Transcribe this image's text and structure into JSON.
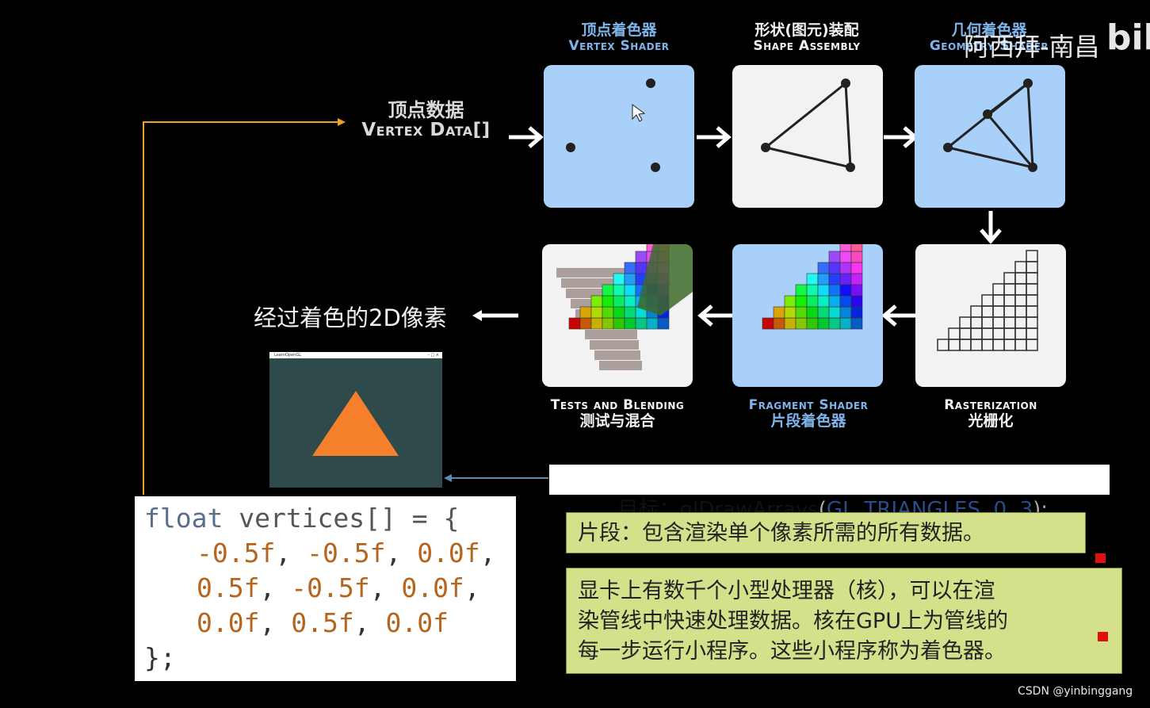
{
  "vertex_data": {
    "zh": "顶点数据",
    "en": "Vertex Data[]"
  },
  "stages": {
    "vertex_shader": {
      "zh": "顶点着色器",
      "en": "Vertex Shader"
    },
    "shape_assembly": {
      "zh": "形状(图元)装配",
      "en": "Shape Assembly"
    },
    "geometry_shader": {
      "zh": "几何着色器",
      "en": "Geometry Shader"
    },
    "rasterization": {
      "en": "Rasterization",
      "zh": "光栅化"
    },
    "fragment_shader": {
      "en": "Fragment Shader",
      "zh": "片段着色器"
    },
    "tests_blending": {
      "en": "Tests and Blending",
      "zh": "测试与混合"
    }
  },
  "output_label": "经过着色的2D像素",
  "window_title": "LearnOpenGL",
  "goal": {
    "prefix": "目标：",
    "func": "glDrawArrays",
    "open": "(",
    "arg1": "GL_TRIANGLES",
    "sep1": ", ",
    "arg2": "0",
    "sep2": ", ",
    "arg3": "3",
    "close": ");"
  },
  "code": {
    "line1_kw": "float",
    "line1_rest": " vertices[] = {",
    "rows": [
      [
        "-0.5f",
        "-0.5f",
        "0.0f"
      ],
      [
        "0.5f",
        "-0.5f",
        "0.0f"
      ],
      [
        "0.0f",
        "0.5f",
        "0.0f"
      ]
    ],
    "line_end": "};"
  },
  "note1": "片段：包含渲染单个像素所需的所有数据。",
  "note2_lines": [
    "显卡上有数千个小型处理器（核），可以在渲",
    "染管线中快速处理数据。核在GPU上为管线的",
    "每一步运行小程序。这些小程序称为着色器。"
  ],
  "watermark_author": "阿西拜-南昌",
  "watermark_logo": "bili",
  "credit": "CSDN @yinbinggang",
  "colors": {
    "stage_blue_bg": "#a8d0f8",
    "stage_gray_bg": "#f2f2f2",
    "note_bg": "#d4e08a",
    "arrow_orange": "#f0a020",
    "arrow_blue": "#5f8ab0",
    "window_bg": "#2f4a4a",
    "triangle": "#f57f2a",
    "marker_red": "#e01010"
  }
}
